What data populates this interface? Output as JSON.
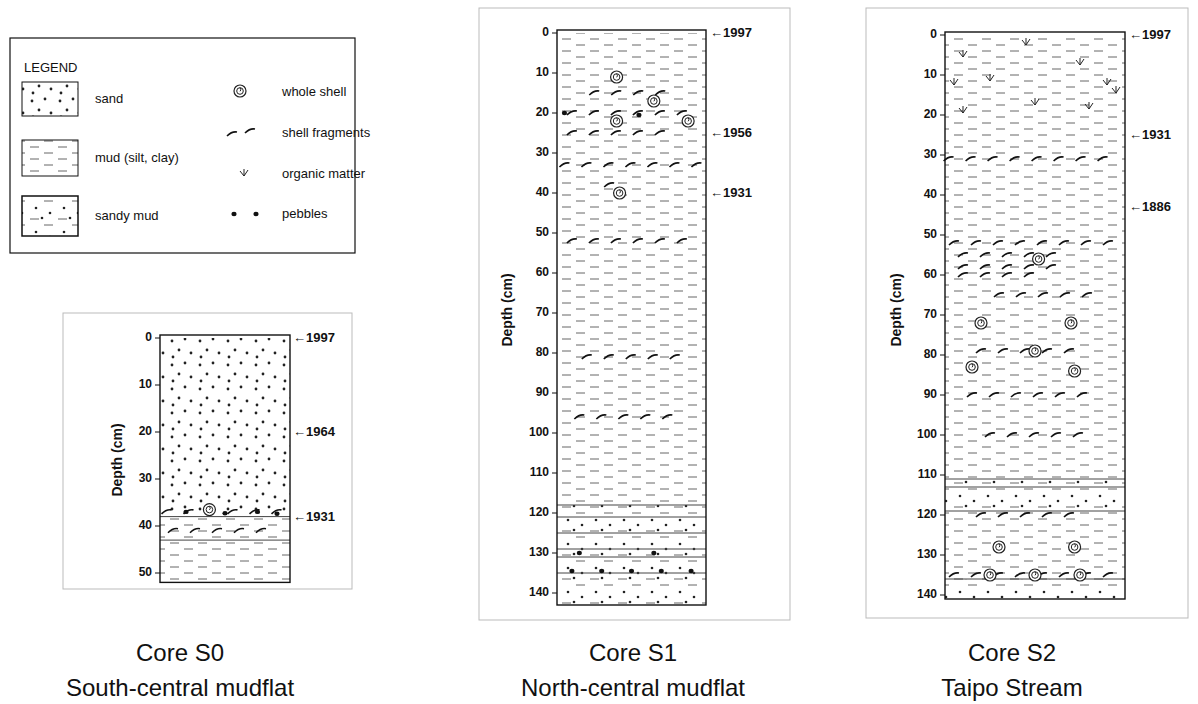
{
  "diagram": {
    "labels": [
      "LEGEND",
      "0",
      "10",
      "20",
      "30",
      "40",
      "50",
      "Depth (cm)",
      "←1997",
      "←1964",
      "←1931",
      "0",
      "10",
      "20",
      "30",
      "40",
      "50",
      "60",
      "70",
      "80",
      "90",
      "100",
      "110",
      "120",
      "130",
      "140",
      "Depth (cm)",
      "←1997",
      "←1956",
      "←1931",
      "0",
      "10",
      "20",
      "30",
      "40",
      "50",
      "60",
      "70",
      "80",
      "90",
      "100",
      "110",
      "120",
      "130",
      "140",
      "Depth (cm)",
      "←1997",
      "←1931",
      "←1886",
      "Core S0",
      "South-central mudflat",
      "Core S1",
      "North-central mudflat",
      "Core S2",
      "Taipo Stream"
    ],
    "legend": [
      {
        "text": "sand"
      },
      {
        "text": "mud (silt, clay)"
      },
      {
        "text": "sandy mud"
      },
      {
        "text": "whole shell"
      },
      {
        "text": "shell fragments"
      },
      {
        "text": "organic matter"
      },
      {
        "text": "pebbles"
      }
    ]
  }
}
